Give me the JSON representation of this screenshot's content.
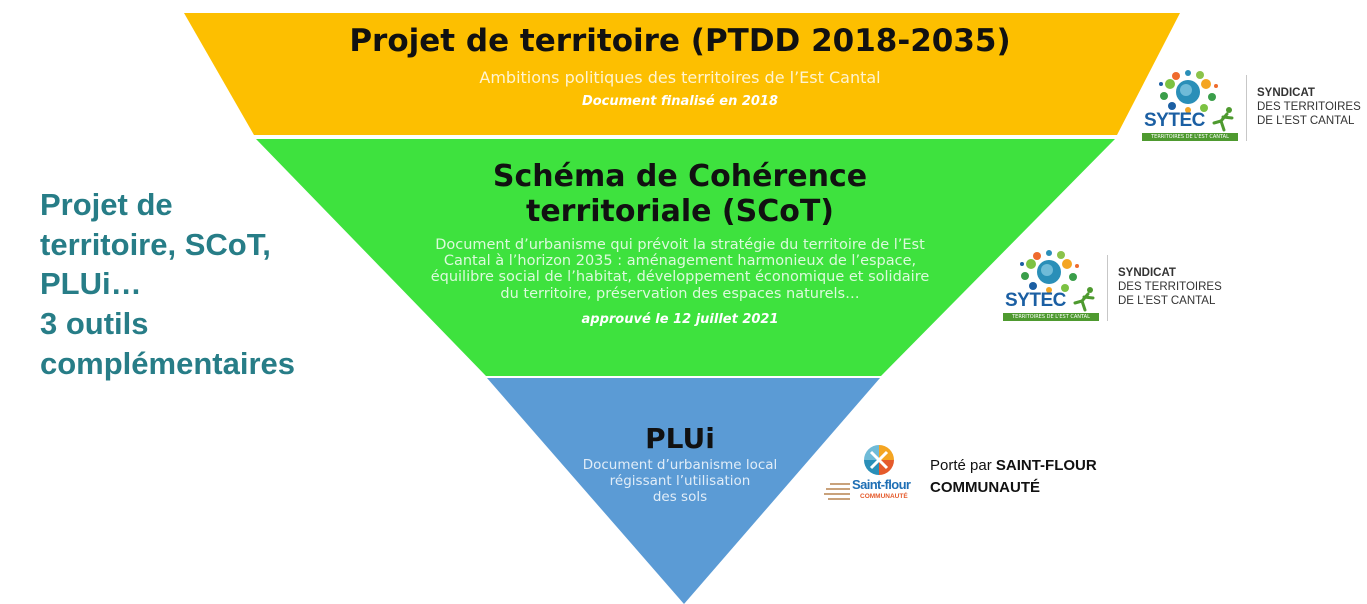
{
  "heading": {
    "lines": [
      "Projet de",
      "territoire, SCoT,",
      "PLUi…",
      "3 outils",
      "complémentaires"
    ]
  },
  "tiers": [
    {
      "title": "Projet de territoire (PTDD 2018-2035)",
      "description": "Ambitions politiques des territoires de l’Est Cantal",
      "note": "Document finalisé en 2018",
      "color": "#fdbf00"
    },
    {
      "title_lines": [
        "Schéma de Cohérence",
        "territoriale (SCoT)"
      ],
      "description": "Document d’urbanisme qui prévoit la stratégie du territoire de l’Est Cantal à l’horizon 2035 : aménagement harmonieux de l’espace, équilibre social de l’habitat, développement économique et solidaire du territoire, préservation des espaces naturels…",
      "note": "approuvé le 12 juillet 2021",
      "color": "#3ee23e"
    },
    {
      "title": "PLUi",
      "description_lines": [
        "Document d’urbanisme local",
        "régissant l’utilisation",
        "des sols"
      ],
      "color": "#5b9bd5"
    }
  ],
  "sytec_logo": {
    "word": "SYTEC",
    "band": "TERRITOIRES DE L'EST CANTAL",
    "syndicat": "SYNDICAT",
    "line2": "DES TERRITOIRES",
    "line3": "DE L’EST CANTAL"
  },
  "saint_flour": {
    "logo_name": "Saint-flour",
    "logo_sub": "COMMUNAUTÉ",
    "porte_prefix": "Porté par ",
    "porte_bold": "SAINT-FLOUR",
    "porte_line2": "COMMUNAUTÉ"
  },
  "colors": {
    "heading": "#277d87",
    "sytec_blue": "#1b5fa3",
    "sytec_green": "#4e9a2f"
  }
}
